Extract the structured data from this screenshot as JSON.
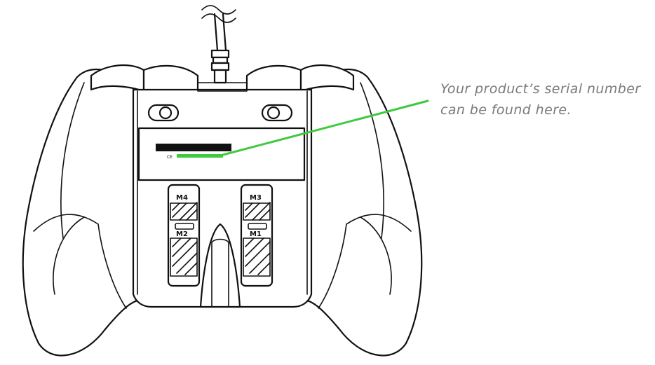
{
  "callout": {
    "line1": "Your product’s serial number",
    "line2": "can be found here."
  },
  "paddles": {
    "top_left": "M4",
    "top_right": "M3",
    "bottom_left": "M2",
    "bottom_right": "M1"
  },
  "colors": {
    "callout_line": "#3fc93f",
    "outline": "#111111",
    "text": "#7a7a7a"
  },
  "icons": {
    "cable_wave": "wave-squiggle",
    "serial_label": "serial-number-sticker"
  }
}
